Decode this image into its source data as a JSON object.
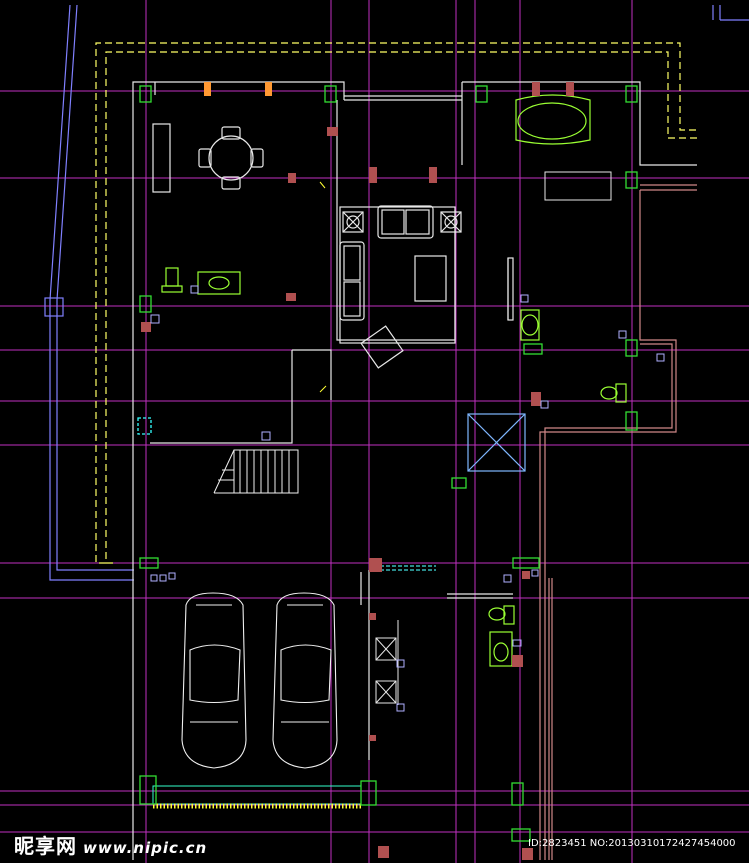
{
  "drawing": {
    "name": "house-floor-plan",
    "colors": {
      "background": "#000000",
      "grid": "#cc33cc",
      "wall": "#ffffff",
      "outline_yellow": "#ffff66",
      "boundary_blue": "#8888ff",
      "column_green": "#33dd33",
      "fixture_red": "#b35555",
      "accent_orange": "#ff9933",
      "furniture_white": "#e6e6e6",
      "stair_white": "#f0f0f0",
      "rail_brown": "#d99999",
      "cyan": "#33ffff"
    }
  },
  "watermark": {
    "logo_text": "昵享网",
    "url": "www.nipic.cn",
    "id_text": "ID:2823451 NO:20130310172427454000"
  }
}
